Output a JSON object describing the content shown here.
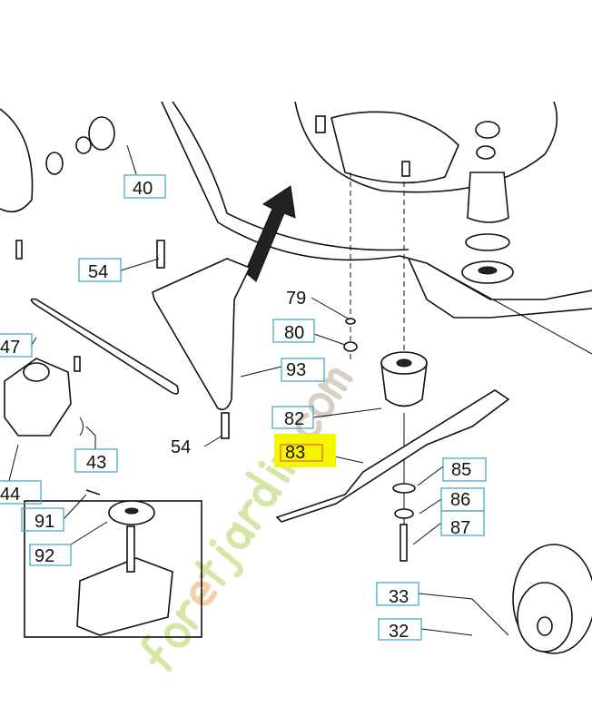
{
  "diagram": {
    "highlight_color": "#f5f500",
    "label_box_color": "#4aa8c8",
    "labels": {
      "l40": "40",
      "l54a": "54",
      "l47": "47",
      "l43": "43",
      "l44": "44",
      "l91": "91",
      "l92": "92",
      "l79": "79",
      "l80": "80",
      "l93": "93",
      "l82": "82",
      "l54b": "54",
      "l83": "83",
      "l85": "85",
      "l86": "86",
      "l87": "87",
      "l33": "33",
      "l32": "32"
    },
    "highlighted_part": "83"
  },
  "watermark": {
    "text": "foretjardin.com",
    "colors": [
      "#c8e08a",
      "#f2c090",
      "#c9c2b0"
    ]
  }
}
